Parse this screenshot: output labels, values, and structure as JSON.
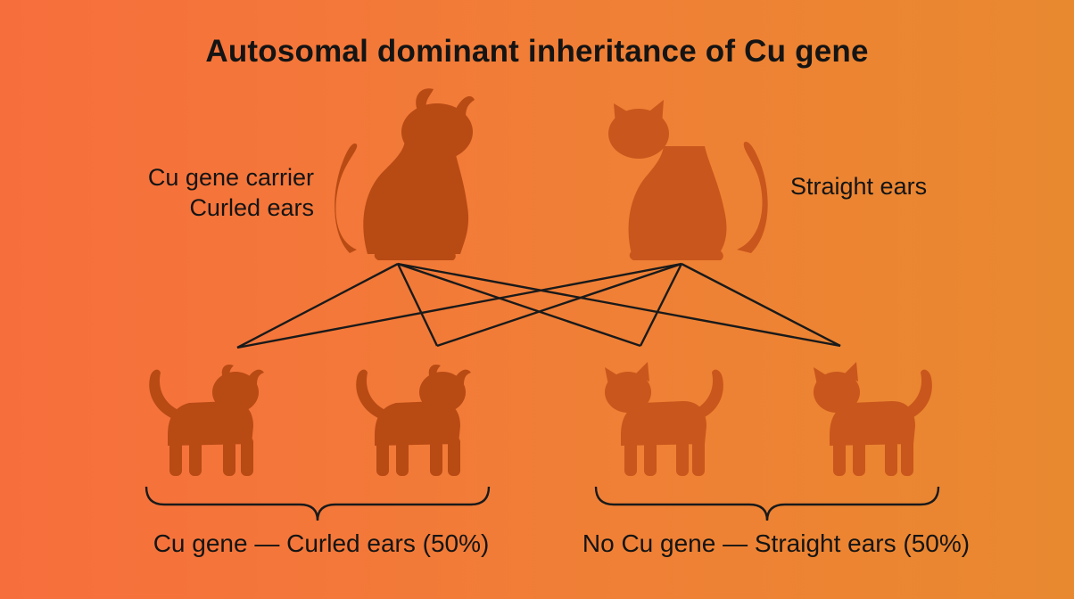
{
  "title": "Autosomal dominant inheritance of Cu gene",
  "parents": {
    "carrier": {
      "line1": "Cu gene carrier",
      "line2": "Curled ears",
      "color": "#b84a14"
    },
    "straight": {
      "label": "Straight ears",
      "color": "#c9561c"
    }
  },
  "offspring": {
    "curled_caption": "Cu gene — Curled ears (50%)",
    "straight_caption": "No Cu gene — Straight ears (50%)",
    "curled_color": "#b84a14",
    "straight_color": "#c9561c"
  },
  "colors": {
    "line": "#1a1a1a",
    "text": "#141414"
  }
}
